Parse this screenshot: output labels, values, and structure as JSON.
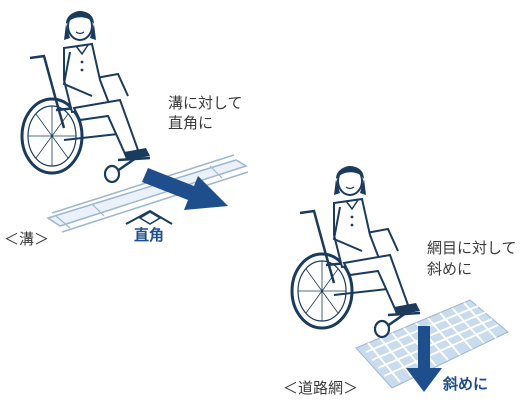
{
  "scene_top": {
    "caption_lines": [
      "溝に対して",
      "直角に"
    ],
    "crossing_label": "直角",
    "surface_label": "＜溝＞"
  },
  "scene_bottom": {
    "caption_lines": [
      "網目に対して",
      "斜めに"
    ],
    "crossing_label": "斜めに",
    "surface_label": "＜道路網＞"
  },
  "colors": {
    "ink": "#1a3b5c",
    "arrow": "#1f4e8c",
    "light_fill": "#d5e3f2",
    "grate_fill": "#c9dcee",
    "skin": "#ffffff",
    "caption": "#3a3a3a"
  }
}
